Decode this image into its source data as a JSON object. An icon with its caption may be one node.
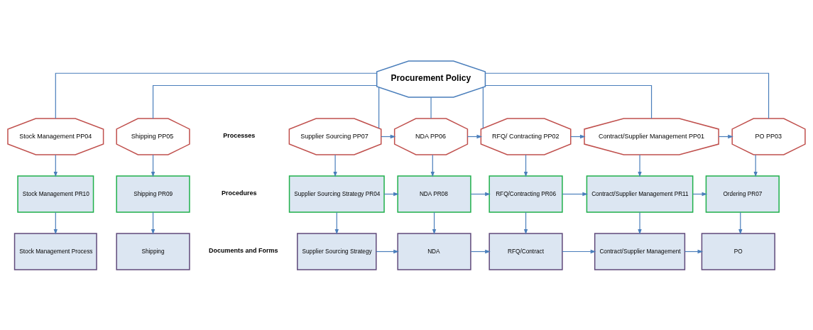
{
  "diagram": {
    "nodes": [
      {
        "text": [
          "Procurement Policy"
        ]
      },
      {
        "text": [
          "Supplier Sourcing PP07"
        ]
      },
      {
        "text": [
          "NDA PP06"
        ]
      },
      {
        "text": [
          "RFQ/ Contracting PP02"
        ]
      },
      {
        "text": [
          "Contract/Supplier Management PP01"
        ]
      },
      {
        "text": [
          "PO PP03"
        ]
      },
      {
        "text": [
          "Stock Management PP04"
        ]
      },
      {
        "text": [
          "Shipping PP05"
        ]
      },
      {
        "text": [
          "Supplier Sourcing Strategy PR04"
        ]
      },
      {
        "text": [
          "NDA PR08"
        ]
      },
      {
        "text": [
          "RFQ/Contracting PR06"
        ]
      },
      {
        "text": [
          "Contract/Supplier Management PR11"
        ]
      },
      {
        "text": [
          "Ordering PR07"
        ]
      },
      {
        "text": [
          "Stock Management PR10"
        ]
      },
      {
        "text": [
          "Shipping PR09"
        ]
      },
      {
        "text": [
          "Supplier Sourcing Strategy"
        ]
      },
      {
        "text": [
          "NDA"
        ]
      },
      {
        "text": [
          "RFQ/Contract"
        ]
      },
      {
        "text": [
          "Contract/Supplier Management"
        ]
      },
      {
        "text": [
          "PO"
        ]
      },
      {
        "text": [
          "Stock Management Process"
        ]
      },
      {
        "text": [
          "Shipping"
        ]
      }
    ],
    "edges": [
      {
        "from": 0,
        "to": 1,
        "arrow": "none"
      },
      {
        "from": 0,
        "to": 2,
        "arrow": "none"
      },
      {
        "from": 0,
        "to": 3,
        "arrow": "none"
      },
      {
        "from": 0,
        "to": 4,
        "arrow": "none"
      },
      {
        "from": 0,
        "to": 5,
        "arrow": "none"
      },
      {
        "from": 0,
        "to": 6,
        "arrow": "none"
      },
      {
        "from": 0,
        "to": 7,
        "arrow": "none"
      },
      {
        "from": 1,
        "to": 2,
        "arrow": "to"
      },
      {
        "from": 2,
        "to": 3,
        "arrow": "to"
      },
      {
        "from": 3,
        "to": 4,
        "arrow": "to"
      },
      {
        "from": 4,
        "to": 5,
        "arrow": "to"
      },
      {
        "from": 1,
        "to": 8,
        "arrow": "to"
      },
      {
        "from": 2,
        "to": 9,
        "arrow": "to"
      },
      {
        "from": 3,
        "to": 10,
        "arrow": "to"
      },
      {
        "from": 4,
        "to": 11,
        "arrow": "to"
      },
      {
        "from": 5,
        "to": 12,
        "arrow": "to"
      },
      {
        "from": 6,
        "to": 13,
        "arrow": "to"
      },
      {
        "from": 7,
        "to": 14,
        "arrow": "to"
      },
      {
        "from": 8,
        "to": 9,
        "arrow": "to"
      },
      {
        "from": 9,
        "to": 10,
        "arrow": "to"
      },
      {
        "from": 10,
        "to": 11,
        "arrow": "to"
      },
      {
        "from": 11,
        "to": 12,
        "arrow": "to"
      },
      {
        "from": 8,
        "to": 15,
        "arrow": "to"
      },
      {
        "from": 9,
        "to": 16,
        "arrow": "to"
      },
      {
        "from": 10,
        "to": 17,
        "arrow": "to"
      },
      {
        "from": 11,
        "to": 18,
        "arrow": "to"
      },
      {
        "from": 12,
        "to": 19,
        "arrow": "to"
      },
      {
        "from": 13,
        "to": 20,
        "arrow": "to"
      },
      {
        "from": 14,
        "to": 21,
        "arrow": "to"
      },
      {
        "from": 15,
        "to": 16,
        "arrow": "to"
      },
      {
        "from": 16,
        "to": 17,
        "arrow": "to"
      },
      {
        "from": 17,
        "to": 18,
        "arrow": "to"
      },
      {
        "from": 18,
        "to": 19,
        "arrow": "to"
      }
    ],
    "labels": [
      "Processes",
      "Procedures",
      "Documents and Forms"
    ]
  }
}
